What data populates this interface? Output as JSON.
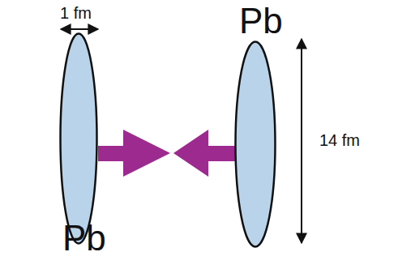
{
  "diagram": {
    "nodes": [
      {
        "text": [
          "Pb"
        ]
      },
      {
        "text": [
          "Pb"
        ]
      }
    ],
    "labels": [
      "1 fm",
      "14 fm"
    ]
  }
}
